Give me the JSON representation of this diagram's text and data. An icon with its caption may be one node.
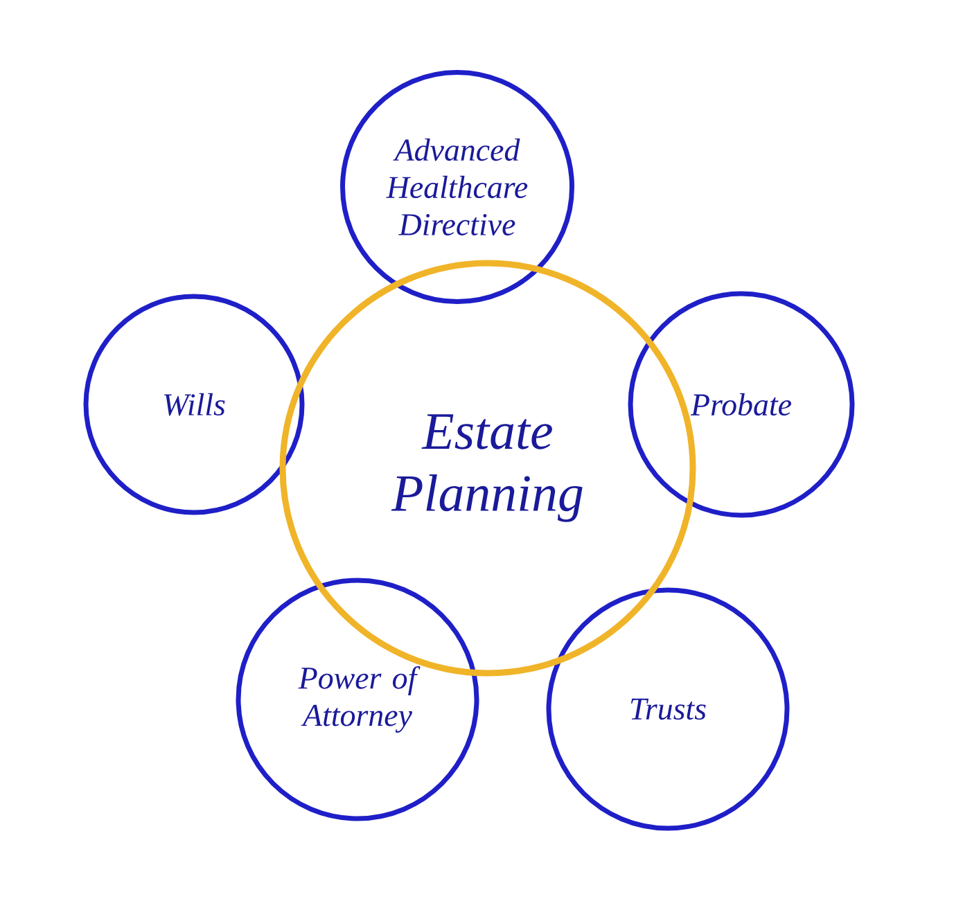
{
  "diagram": {
    "nodes": [
      {
        "text": [
          "Estate Planning"
        ]
      },
      {
        "text": [
          "Advanced Healthcare Directive"
        ]
      },
      {
        "text": [
          "Wills"
        ]
      },
      {
        "text": [
          "Probate"
        ]
      },
      {
        "text": [
          "Power of Attorney"
        ]
      },
      {
        "text": [
          "Trusts"
        ]
      }
    ]
  }
}
